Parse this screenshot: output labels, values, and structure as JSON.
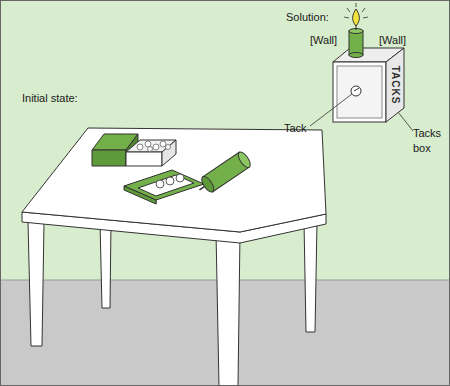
{
  "diagram": {
    "labels": [
      "Initial state:",
      "Solution:",
      "[Wall]",
      "[Wall]",
      "Tack",
      "Tacks box",
      "TACKS"
    ]
  }
}
